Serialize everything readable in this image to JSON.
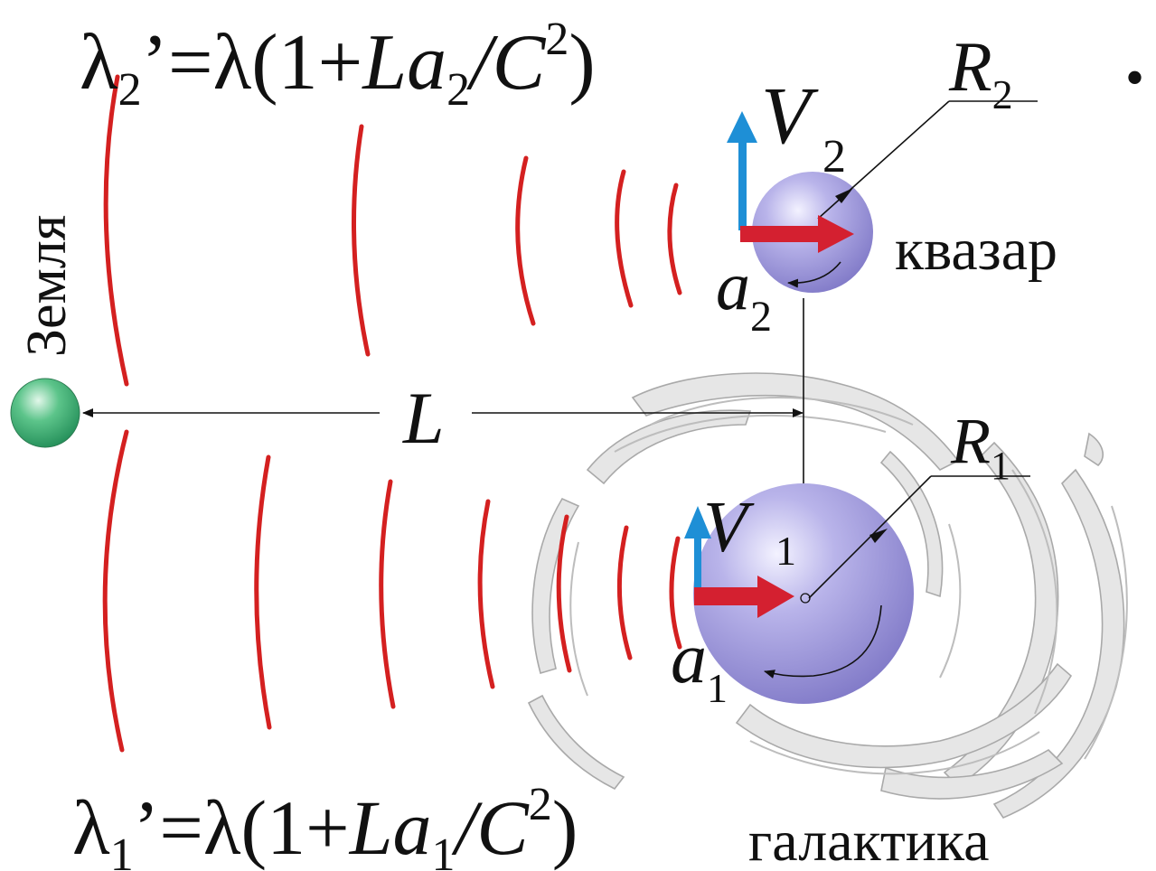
{
  "formula_top": {
    "lambda_prime": "λ",
    "sub": "2",
    "prime_eq": "’=λ(1+",
    "L": "L",
    "a": "a",
    "a_sub": "2",
    "slash_C": "/C",
    "exp": "2",
    "close": ")"
  },
  "formula_bottom": {
    "lambda_prime": "λ",
    "sub": "1",
    "prime_eq": "’=λ(1+",
    "L": "L",
    "a": "a",
    "a_sub": "1",
    "slash_C": "/C",
    "exp": "2",
    "close": ")"
  },
  "earth_label": "Земля",
  "quasar_label": "квазар",
  "galaxy_label": "галактика",
  "distance_label": "L",
  "quasar": {
    "V": "V",
    "V_sub": "2",
    "R": "R",
    "R_sub": "2",
    "a": "a",
    "a_sub": "2"
  },
  "galaxy_core": {
    "V": "V",
    "V_sub": "1",
    "R": "R",
    "R_sub": "1",
    "a": "a",
    "a_sub": "1"
  },
  "bullet": "•",
  "colors": {
    "wave": "#d42020",
    "velocity_arrow": "#1e8fd6",
    "acceleration_arrow": "#d42030",
    "earth": "#2aa066",
    "quasar_sphere": "#9c96d6"
  }
}
